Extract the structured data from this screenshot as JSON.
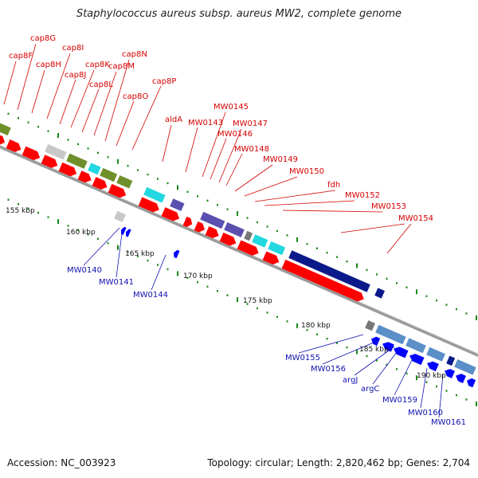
{
  "title": "Staphylococcus aureus subsp. aureus MW2, complete genome",
  "footer": {
    "accession": "Accession: NC_003923",
    "summary": "Topology: circular; Length: 2,820,462 bp; Genes: 2,704"
  },
  "kbp_labels": [
    "155 kbp",
    "160 kbp",
    "165 kbp",
    "170 kbp",
    "175 kbp",
    "180 kbp",
    "185 kbp",
    "190 kbp"
  ],
  "forward_gene_labels": [
    "cap8F",
    "cap8G",
    "cap8H",
    "cap8I",
    "cap8J",
    "cap8K",
    "cap8L",
    "cap8M",
    "cap8N",
    "cap8O",
    "cap8P",
    "aldA",
    "MW0143",
    "MW0145",
    "MW0146",
    "MW0147",
    "MW0148",
    "MW0149",
    "MW0150",
    "fdh",
    "MW0152",
    "MW0153",
    "MW0154"
  ],
  "reverse_gene_labels": [
    "MW0140",
    "MW0141",
    "MW0144",
    "MW0155",
    "MW0156",
    "argJ",
    "argC",
    "MW0159",
    "MW0160",
    "MW0161"
  ],
  "colors": {
    "forward": "#ff0000",
    "reverse": "#0000ff",
    "forward_label": "#d40000",
    "reverse_label": "#1010b0",
    "backbone": "#888888",
    "tick": "#1a8a1a",
    "cog_olive": "#6f8f2a",
    "cog_cyan": "#22d8e0",
    "cog_lightgray": "#c8c8c8",
    "cog_purple": "#5a50b0",
    "cog_navy": "#0a1a8a",
    "cog_steel": "#5a8fc8",
    "cog_gray": "#777777"
  }
}
